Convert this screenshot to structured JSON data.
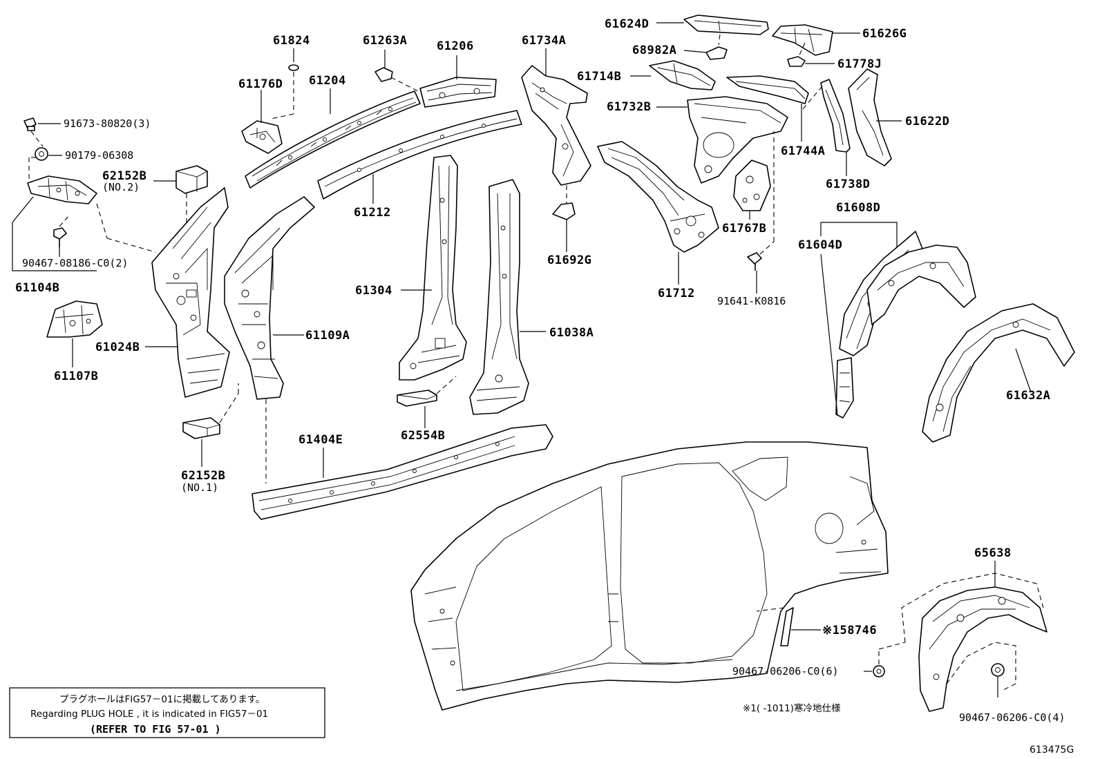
{
  "diagram": {
    "figure_code": "613475G",
    "labels": {
      "p61824": "61824",
      "p61263A": "61263A",
      "p61206": "61206",
      "p61734A": "61734A",
      "p61624D": "61624D",
      "p61626G": "61626G",
      "p68982A": "68982A",
      "p61778J": "61778J",
      "p61714B": "61714B",
      "p61176D": "61176D",
      "p61204": "61204",
      "p61732B": "61732B",
      "p61622D": "61622D",
      "p91673": "91673-80820(3)",
      "p90179": "90179-06308",
      "p61744A": "61744A",
      "p61738D": "61738D",
      "p62152B_2": "62152B",
      "p62152B_2_sub": "(NO.2)",
      "p61212": "61212",
      "p61608D": "61608D",
      "p61767B": "61767B",
      "p61604D": "61604D",
      "p61692G": "61692G",
      "p90467_2": "90467-08186-C0(2)",
      "p61104B": "61104B",
      "p61304": "61304",
      "p61712": "61712",
      "p91641": "91641-K0816",
      "p61109A": "61109A",
      "p61038A": "61038A",
      "p61024B": "61024B",
      "p61107B": "61107B",
      "p61632A": "61632A",
      "p62554B": "62554B",
      "p61404E": "61404E",
      "p62152B_1": "62152B",
      "p62152B_1_sub": "(NO.1)",
      "p65638": "65638",
      "p58746": "※158746",
      "p90467_6": "90467-06206-C0(6)",
      "p90467_4": "90467-06206-C0(4)",
      "footnote": "※1(    -1011)寒冷地仕様"
    },
    "note": {
      "line1": "プラグホールはFIG57－01に掲載してあります。",
      "line2": "Regarding  PLUG HOLE , it is indicated  in  FIG57－01",
      "line3": "(REFER TO FIG 57-01 )"
    }
  }
}
